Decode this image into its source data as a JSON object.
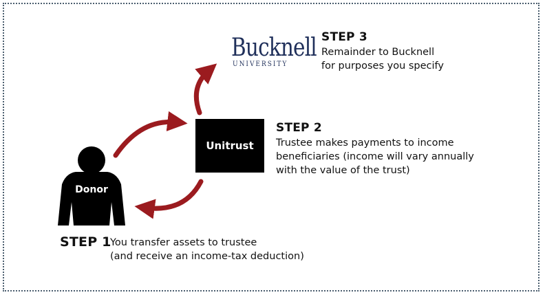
{
  "logo": {
    "name": "Bucknell",
    "sub": "UNIVERSITY"
  },
  "steps": [
    {
      "title": "STEP 1",
      "lines": [
        "You transfer assets to trustee",
        "(and receive an income-tax deduction)"
      ]
    },
    {
      "title": "STEP 2",
      "lines": [
        "Trustee makes payments to income",
        "beneficiaries (income will vary annually",
        "with the value of the trust)"
      ]
    },
    {
      "title": "STEP 3",
      "lines": [
        "Remainder to Bucknell",
        "for purposes you specify"
      ]
    }
  ],
  "nodes": {
    "unitrust": "Unitrust",
    "donor": "Donor"
  },
  "colors": {
    "arrow": "#9b1b1f",
    "logo": "#1f2f5a",
    "border": "#4a5d6e"
  },
  "icons": [
    "person-silhouette-icon",
    "curved-arrow-icon"
  ]
}
